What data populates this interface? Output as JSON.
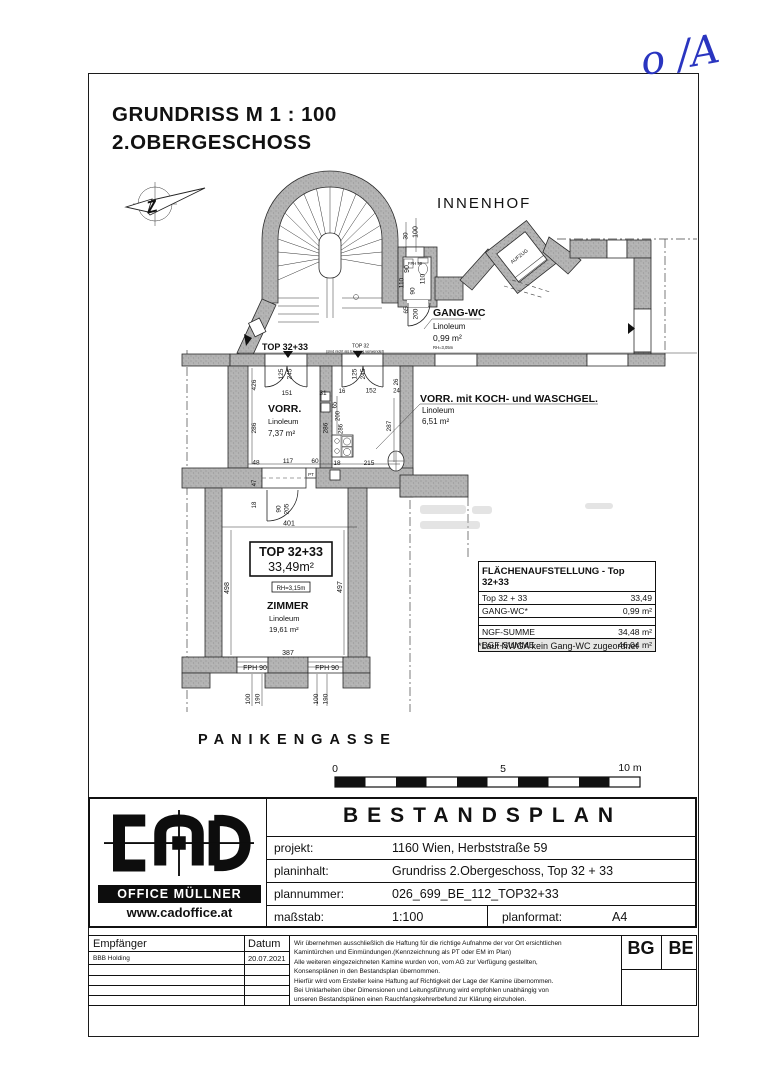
{
  "handwriting": {
    "mark": "o /A"
  },
  "titles": {
    "line1": "GRUNDRISS   M 1 : 100",
    "line2": "2.OBERGESCHOSS"
  },
  "plan": {
    "innenhof": "INNENHOF",
    "aufzug": "AUFZUG",
    "street": "PANIKENGASSE",
    "compass_letter": "Z",
    "gang_wc": {
      "name": "GANG-WC",
      "floor": "Linoleum",
      "area": "0,99 m²",
      "rh": "RH=3,05m"
    },
    "door_top": {
      "label": "TOP 32+33"
    },
    "door_top32": {
      "label": "TOP 32",
      "note": "(sind nicht als Eingang verwendet)"
    },
    "vorr": {
      "name": "VORR.",
      "floor": "Linoleum",
      "area": "7,37 m²"
    },
    "vkw": {
      "name": "VORR. mit KOCH- und WASCHGEL.",
      "floor": "Linoleum",
      "area": "6,51 m²"
    },
    "unit_box": {
      "line1": "TOP 32+33",
      "line2": "33,49m²"
    },
    "rh_box": "RH=3,15m",
    "zimmer": {
      "name": "ZIMMER",
      "floor": "Linoleum",
      "area": "19,61 m²"
    },
    "dims": [
      "30",
      "100",
      "FPH 90",
      "90",
      "110",
      "110",
      "90",
      "65",
      "200",
      "125",
      "245",
      "125",
      "245",
      "426",
      "151",
      "31",
      "16",
      "152",
      "24",
      "26",
      "286",
      "286",
      "65",
      "200",
      "286",
      "287",
      "48",
      "117",
      "60",
      "18",
      "215",
      "PT",
      "47",
      "18",
      "90",
      "205",
      "401",
      "498",
      "497",
      "387",
      "FPH 90",
      "FPH 90",
      "100",
      "190",
      "100",
      "190"
    ]
  },
  "area_table": {
    "header": "FLÄCHENAUFSTELLUNG - Top 32+33",
    "rows": [
      {
        "label": "Top 32 + 33",
        "value": "33,49"
      },
      {
        "label": "GANG-WC*",
        "value": "0,99 m²"
      }
    ],
    "sums": [
      {
        "label": "NGF-SUMME",
        "value": "34,48 m²"
      },
      {
        "label": "BGF-SUMME",
        "value": "46,04 m²"
      }
    ],
    "footnote": "*Laut NWGA kein Gang-WC zugeordnet"
  },
  "scalebar": {
    "t0": "0",
    "t5": "5",
    "t10": "10 m"
  },
  "titleblock": {
    "title": "BESTANDSPLAN",
    "logo": {
      "brand": "OFFICE MÜLLNER",
      "url": "www.cadoffice.at"
    },
    "rows": [
      {
        "label": "projekt:",
        "value": "1160 Wien, Herbststraße 59"
      },
      {
        "label": "planinhalt:",
        "value": "Grundriss 2.Obergeschoss, Top 32 + 33"
      },
      {
        "label": "plannummer:",
        "value": "026_699_BE_112_TOP32+33"
      }
    ],
    "scale_label": "maßstab:",
    "scale_value": "1:100",
    "format_label": "planformat:",
    "format_value": "A4"
  },
  "footer": {
    "recipient_label": "Empfänger",
    "recipient": "BBB Holding",
    "date_label": "Datum",
    "date": "20.07.2021",
    "disclaimer": [
      "Wir übernehmen ausschließlich die Haftung für die richtige Aufnahme der vor Ort ersichtlichen",
      "Kamintürchen und Einmündungen.(Kennzeichnung als PT oder EM im Plan)",
      "Alle weiteren eingezeichneten Kamine wurden von, vom AG zur Verfügung gestellten,",
      "Konsensplänen in den Bestandsplan übernommen.",
      "Hierfür wird vom Ersteller keine Haftung auf Richtigkeit der Lage der Kamine übernommen.",
      "Bei Unklarheiten über Dimensionen und Leitungsführung wird empfohlen unabhängig von",
      "unseren Bestandsplänen einen Rauchfangskehrerbefund zur Klärung einzuholen."
    ],
    "bg": "BG",
    "be": "BE"
  }
}
